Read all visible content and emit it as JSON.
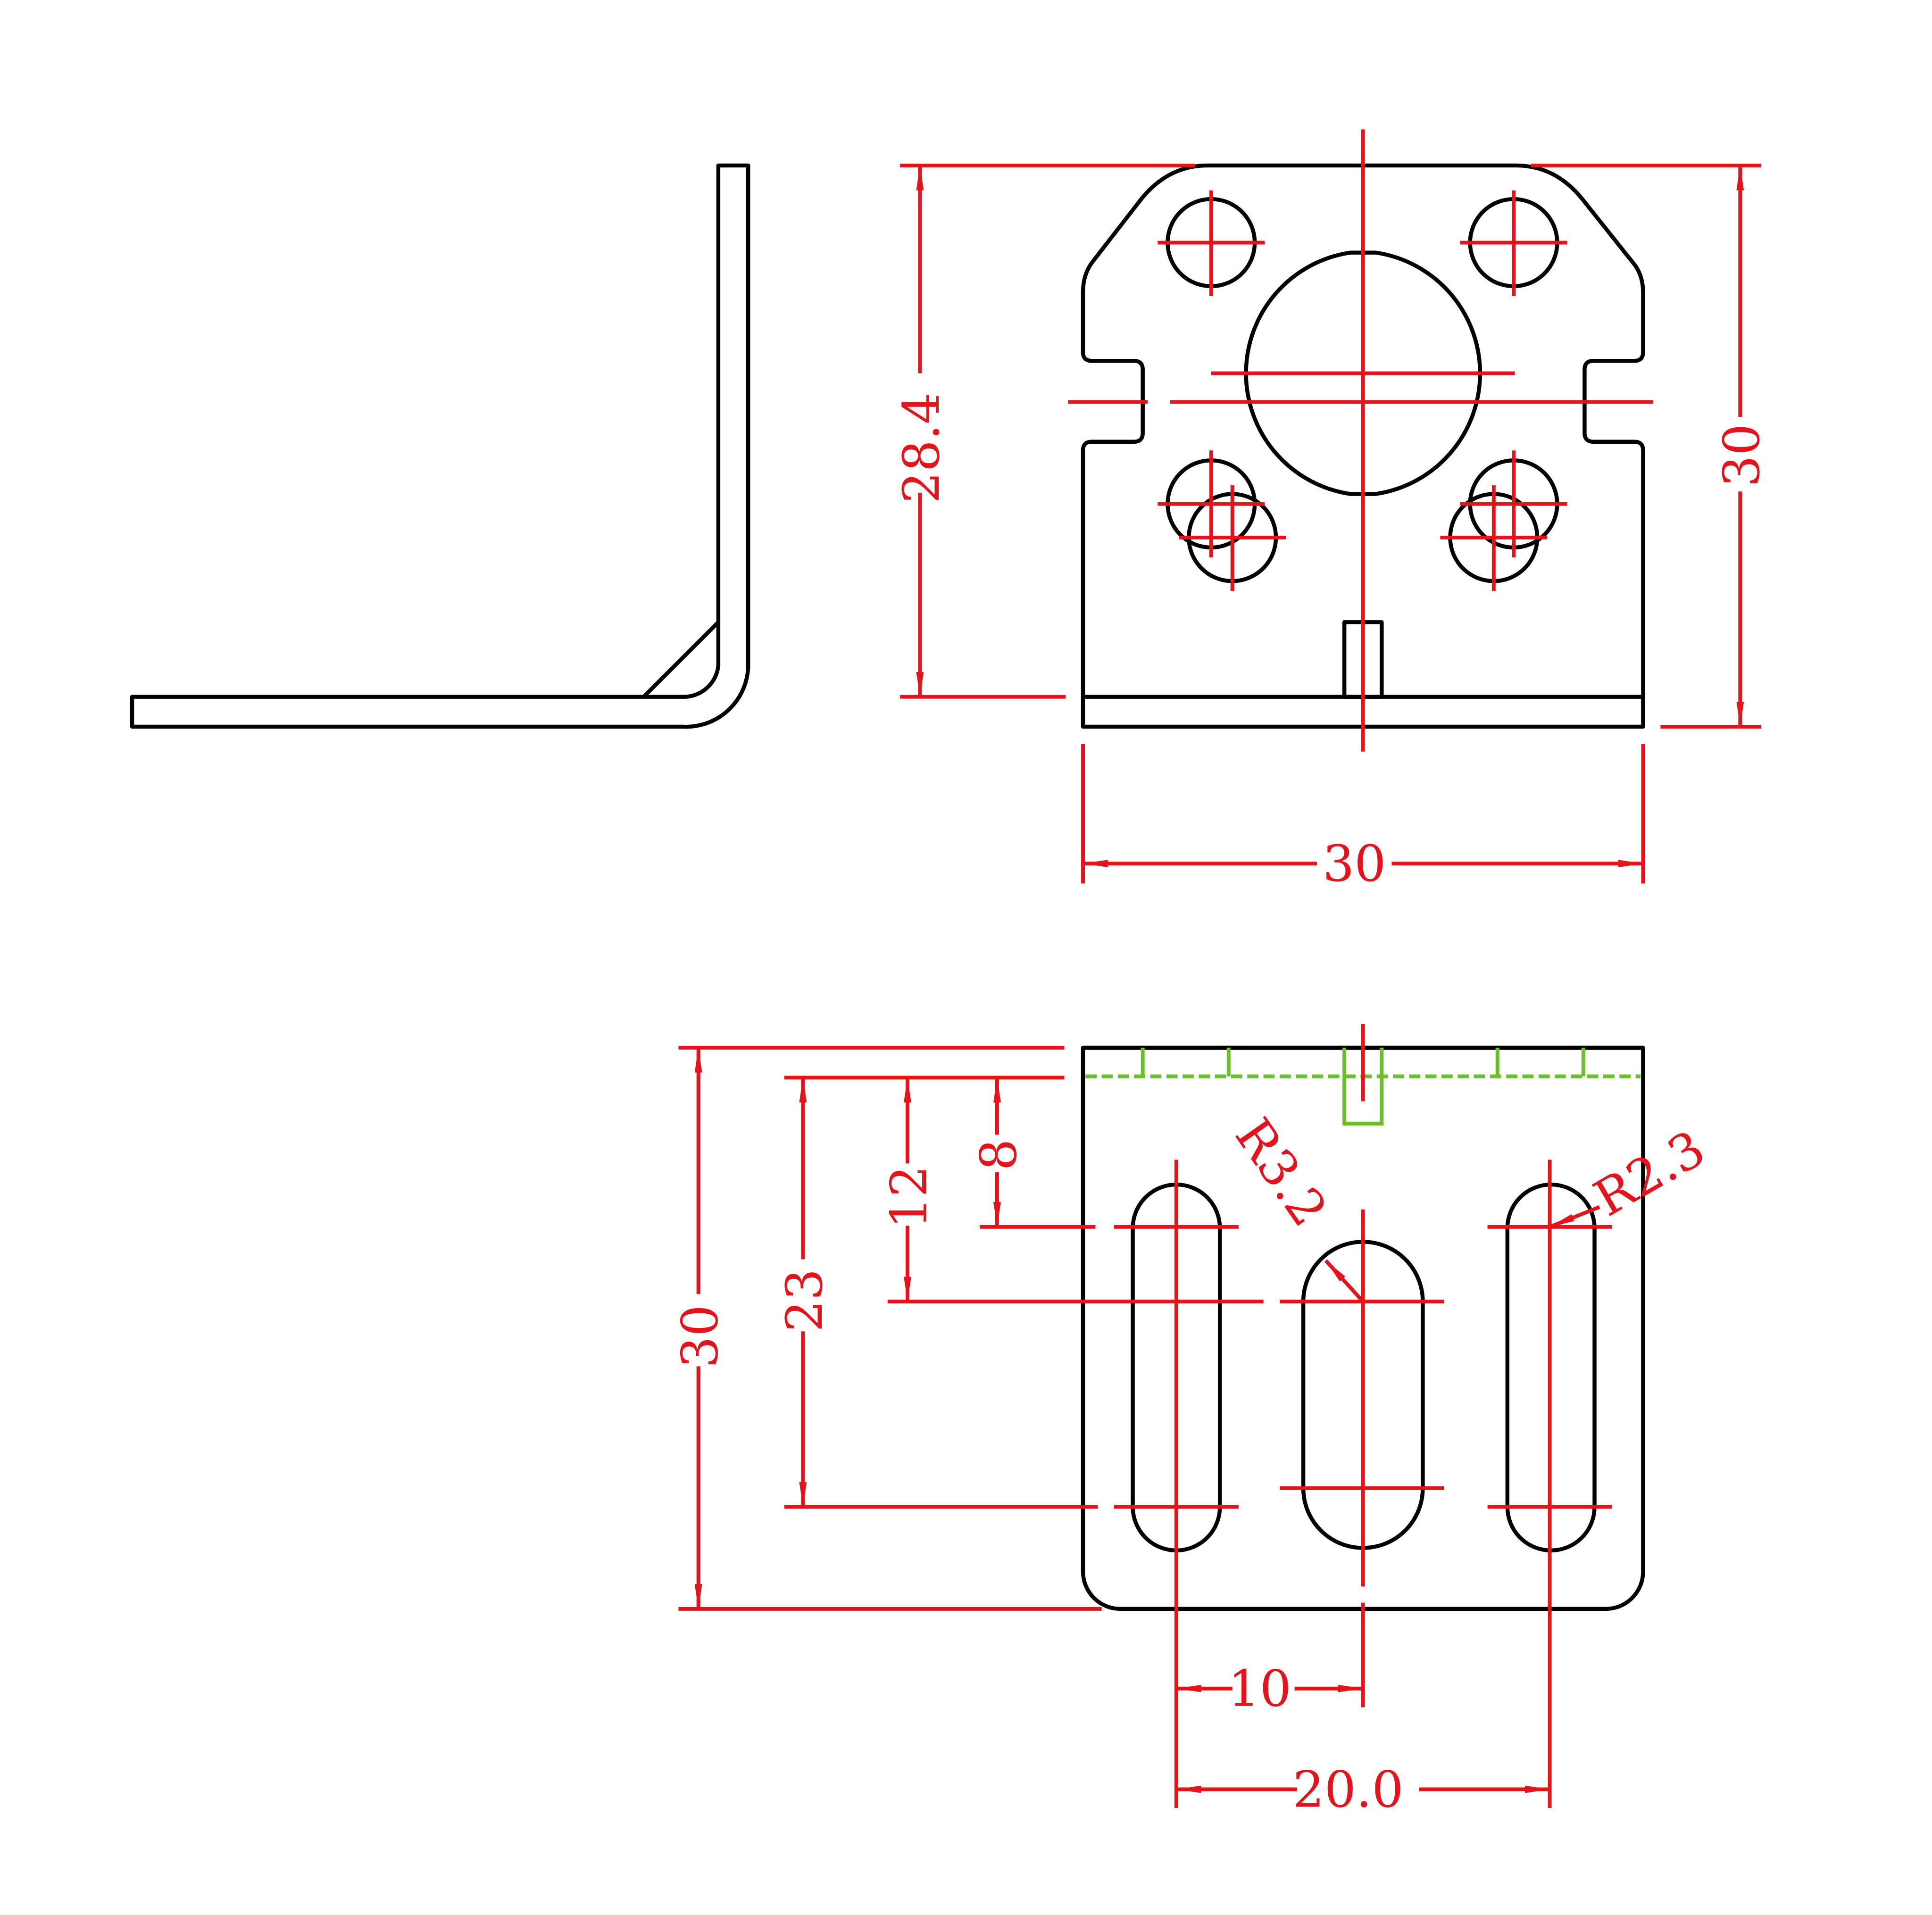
{
  "drawing": {
    "front_view": {
      "height_dim": "28.4",
      "overall_height_dim": "30",
      "width_dim": "30"
    },
    "bottom_view": {
      "overall_height_dim": "30",
      "dim_23": "23",
      "dim_12": "12",
      "dim_8": "8",
      "radius_center_slot": "R3.2",
      "radius_side_slot": "R2.3",
      "spacing_dim": "10",
      "outer_spacing_dim": "20.0"
    },
    "colors": {
      "outline": "#000000",
      "dimension": "#e3141c",
      "hidden": "#6bbf2a"
    }
  }
}
